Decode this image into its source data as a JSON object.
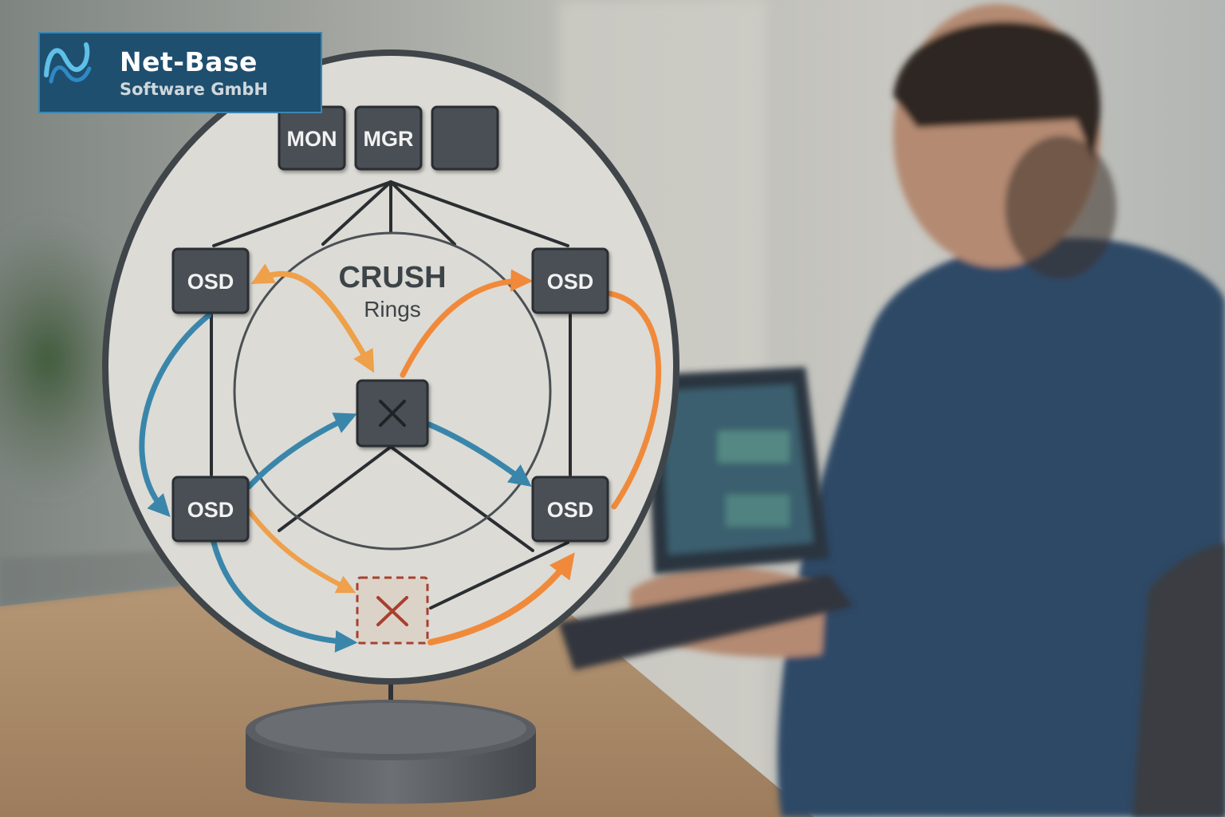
{
  "logo": {
    "name": "Net-Base",
    "subtitle": "Software GmbH"
  },
  "diagram": {
    "title": "CRUSH",
    "subtitle": "Rings",
    "top_nodes": [
      "MON",
      "MGR",
      ""
    ],
    "osd_label": "OSD",
    "center_symbol": "×",
    "failed_symbol": "×"
  },
  "colors": {
    "orange": "#f08a3a",
    "light_orange": "#eea04a",
    "blue": "#3a86aa",
    "node": "#4a5054",
    "failed": "#a8402e",
    "board": "#dcdbd6"
  }
}
